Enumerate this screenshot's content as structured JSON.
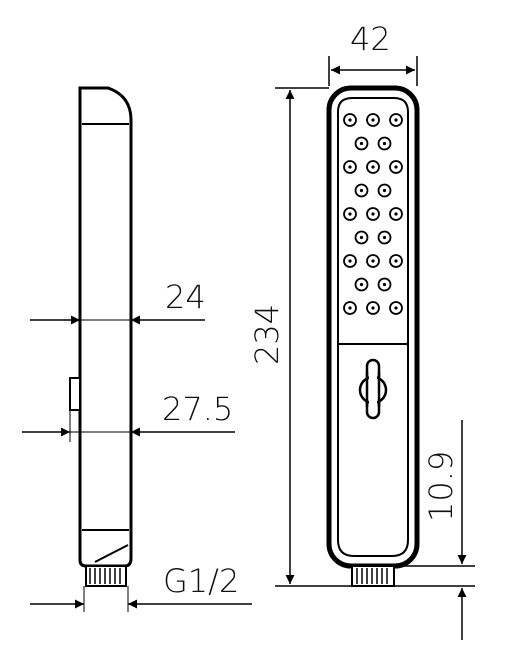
{
  "diagram": {
    "dimensions": {
      "width": "42",
      "length": "234",
      "thickness": "24",
      "thickness_with_button": "27.5",
      "thread": "G1/2",
      "connector_height": "10.9"
    }
  }
}
